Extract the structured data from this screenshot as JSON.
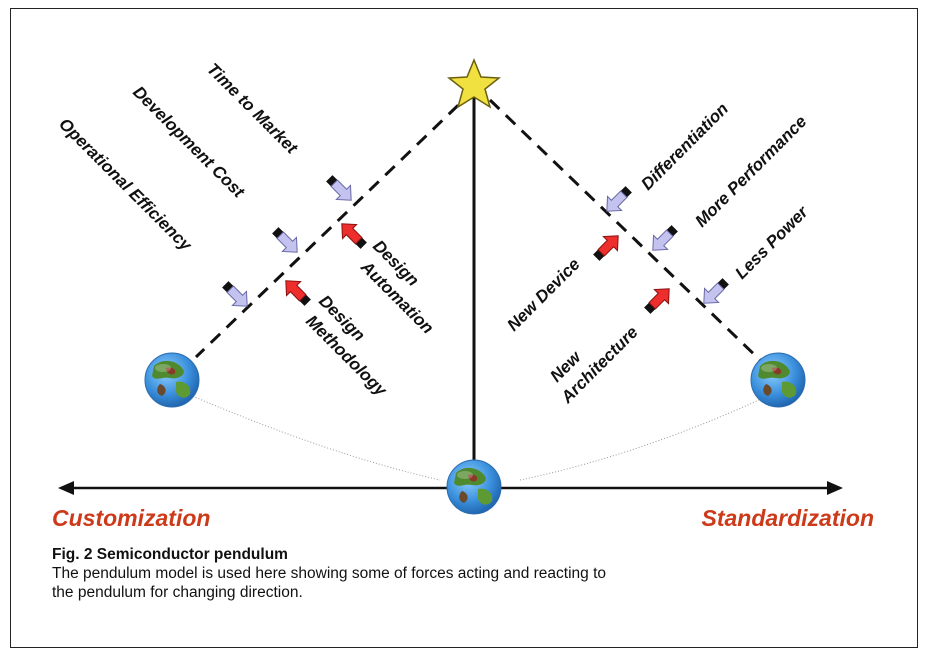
{
  "diagram": {
    "axis": {
      "left_label": "Customization",
      "right_label": "Standardization",
      "label_color": "#cc3a1a"
    },
    "forces_left": {
      "pushing": [
        "Time to Market",
        "Development Cost",
        "Operational Efficiency"
      ],
      "reacting": [
        [
          "Design",
          "Automation"
        ],
        [
          "Design",
          "Methodology"
        ]
      ]
    },
    "forces_right": {
      "pushing": [
        "Differentiation",
        "More Performance",
        "Less Power"
      ],
      "reacting": [
        [
          "New Device"
        ],
        [
          "New",
          "Architecture"
        ]
      ]
    },
    "colors": {
      "push_arrow": "#c4c2ee",
      "react_arrow": "#ee2d2d",
      "star": "#f0e040",
      "globe_ocean": "#3a8fdc",
      "globe_land": "#4f8a2e"
    },
    "icons": [
      "star-icon",
      "globe-icon",
      "arrow-icon"
    ]
  },
  "caption": {
    "title": "Fig.  2 Semiconductor pendulum",
    "body_line1": "The pendulum model is used here showing some of forces acting and reacting to",
    "body_line2": "the pendulum for changing direction."
  }
}
